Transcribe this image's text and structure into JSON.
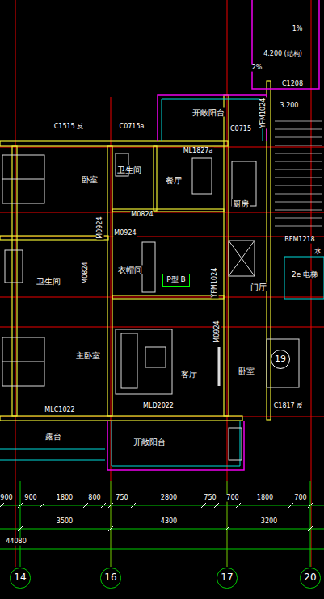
{
  "diagram": {
    "nodes": [
      {
        "text": [
          "P型 B"
        ]
      },
      {
        "text": [
          "19"
        ]
      },
      {
        "text": [
          "14"
        ]
      },
      {
        "text": [
          "16"
        ]
      },
      {
        "text": [
          "17"
        ]
      },
      {
        "text": [
          "20"
        ]
      }
    ],
    "labels": [
      "1%",
      "4.200 (结构)",
      "2%",
      "C1208",
      "3.200",
      "开敞阳台",
      "YFM1024",
      "C1515 反",
      "C0715a",
      "C0715",
      "ML1827a",
      "卧室",
      "卫生间",
      "餐厅",
      "厨房",
      "M0824",
      "M0924",
      "M0924",
      "BFM1218",
      "水",
      "卫生间",
      "M0824",
      "衣帽间",
      "YFM1024",
      "门厅",
      "2e 电梯",
      "M0924",
      "主卧室",
      "客厅",
      "卧室",
      "C1817 反",
      "MLC1022",
      "MLD2022",
      "露台",
      "开敞阳台",
      "900",
      "900",
      "1800",
      "800",
      "750",
      "2800",
      "750",
      "700",
      "1800",
      "700",
      "3500",
      "4300",
      "3200",
      "44080"
    ]
  }
}
